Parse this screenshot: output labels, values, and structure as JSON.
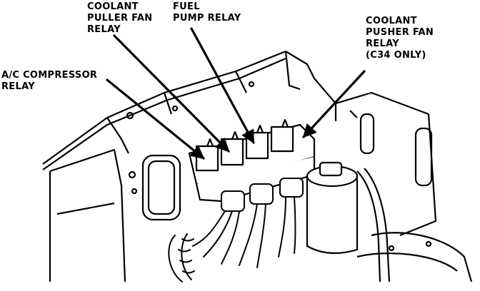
{
  "labels": {
    "coolant_puller_fan_relay": [
      "COOLANT",
      "PULLER FAN",
      "RELAY"
    ],
    "fuel_pump_relay": [
      "FUEL",
      "PUMP RELAY"
    ],
    "coolant_pusher_fan_relay": [
      "COOLANT",
      "PUSHER FAN",
      "RELAY",
      "(C34 ONLY)"
    ],
    "ac_compressor_relay": [
      "A/C COMPRESSOR",
      "RELAY"
    ]
  },
  "colors": {
    "ink": "#000000",
    "paper": "#ffffff"
  }
}
